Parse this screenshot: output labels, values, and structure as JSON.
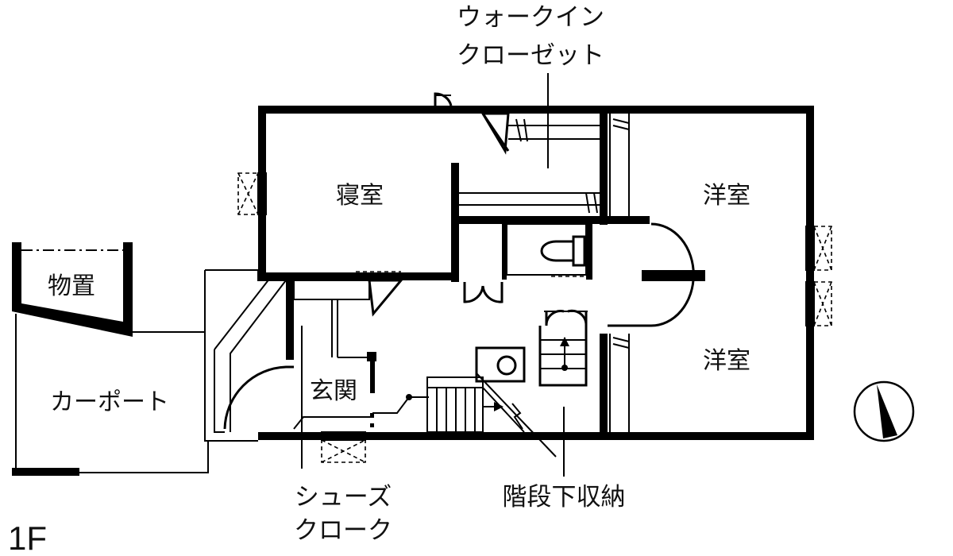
{
  "floor_label": "1F",
  "rooms": {
    "bedroom": "寝室",
    "western_room_upper": "洋室",
    "western_room_lower": "洋室",
    "storage": "物置",
    "entrance": "玄関",
    "carport": "カーポート"
  },
  "callouts": {
    "walk_in_closet": [
      "ウォークイン",
      "クローゼット"
    ],
    "shoe_cloak": [
      "シューズ",
      "クローク"
    ],
    "under_stairs_storage": "階段下収納"
  },
  "icons": {
    "compass": "north-arrow-icon"
  },
  "colors": {
    "wall": "#000000",
    "background": "#ffffff"
  }
}
